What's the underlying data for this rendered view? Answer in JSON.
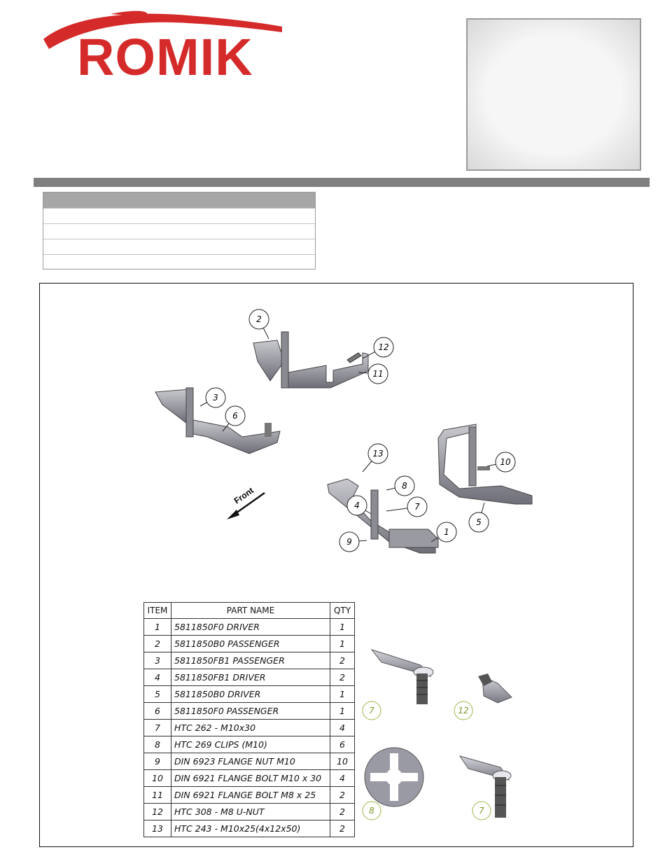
{
  "brand": {
    "name": "ROMIK",
    "colors": {
      "red": "#d52a2a",
      "gray_bar": "#7f7f7f"
    }
  },
  "info_table": {
    "rows": 5
  },
  "drawing": {
    "direction_label": "Front",
    "callouts": [
      "1",
      "2",
      "3",
      "4",
      "5",
      "6",
      "7",
      "8",
      "9",
      "10",
      "11",
      "12",
      "13"
    ]
  },
  "parts_table": {
    "headers": {
      "item": "ITEM",
      "part_name": "PART NAME",
      "qty": "QTY"
    },
    "rows": [
      {
        "item": "1",
        "part_name": "5811850F0 DRIVER",
        "qty": "1"
      },
      {
        "item": "2",
        "part_name": "5811850B0 PASSENGER",
        "qty": "1"
      },
      {
        "item": "3",
        "part_name": "5811850FB1 PASSENGER",
        "qty": "2"
      },
      {
        "item": "4",
        "part_name": "5811850FB1 DRIVER",
        "qty": "2"
      },
      {
        "item": "5",
        "part_name": "5811850B0 DRIVER",
        "qty": "1"
      },
      {
        "item": "6",
        "part_name": "5811850F0 PASSENGER",
        "qty": "1"
      },
      {
        "item": "7",
        "part_name": "HTC 262 - M10x30",
        "qty": "4"
      },
      {
        "item": "8",
        "part_name": "HTC 269 CLIPS  (M10)",
        "qty": "6"
      },
      {
        "item": "9",
        "part_name": "DIN 6923 FLANGE NUT M10",
        "qty": "10"
      },
      {
        "item": "10",
        "part_name": "DIN 6921 FLANGE BOLT M10 x 30",
        "qty": "4"
      },
      {
        "item": "11",
        "part_name": "DIN 6921 FLANGE BOLT M8 x 25",
        "qty": "2"
      },
      {
        "item": "12",
        "part_name": "HTC 308 - M8 U-NUT",
        "qty": "2"
      },
      {
        "item": "13",
        "part_name": "HTC 243 - M10x25(4x12x50)",
        "qty": "2"
      }
    ]
  },
  "hardware_callouts": [
    "7",
    "12",
    "8",
    "7"
  ]
}
